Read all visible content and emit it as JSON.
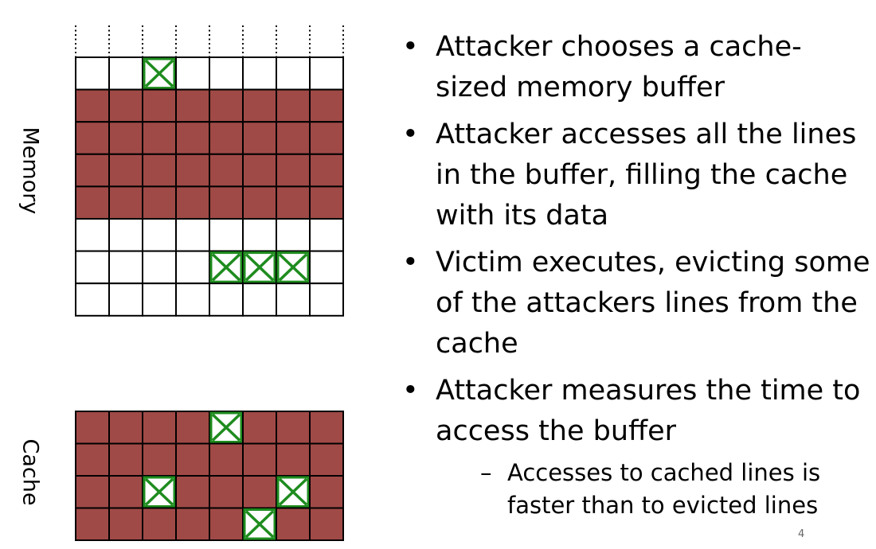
{
  "labels": {
    "memory": "Memory",
    "cache": "Cache"
  },
  "bullets": [
    {
      "text": "Attacker chooses a cache-sized memory buffer"
    },
    {
      "text": "Attacker accesses all the lines in the buffer, filling the cache with its data"
    },
    {
      "text": "Victim executes, evicting some of the attackers lines from the cache"
    },
    {
      "text": "Attacker measures the time to access the buffer",
      "sub": "Accesses to cached lines is faster than to evicted lines"
    }
  ],
  "bullet_marker": "•",
  "sub_marker": "–",
  "page_number": "4",
  "colors": {
    "filled": "#a04a47",
    "empty": "#ffffff",
    "grid": "#000000",
    "mark": "#1e8c1e"
  },
  "memory_grid": {
    "rows": 8,
    "cols": 8,
    "filled_rows": [
      1,
      2,
      3,
      4
    ],
    "marked_cells": [
      [
        0,
        2
      ],
      [
        6,
        4
      ],
      [
        6,
        5
      ],
      [
        6,
        6
      ]
    ]
  },
  "cache_grid": {
    "rows": 4,
    "cols": 8,
    "filled_rows": [
      0,
      1,
      2,
      3
    ],
    "marked_cells": [
      [
        0,
        4
      ],
      [
        2,
        2
      ],
      [
        2,
        6
      ],
      [
        3,
        5
      ]
    ]
  }
}
